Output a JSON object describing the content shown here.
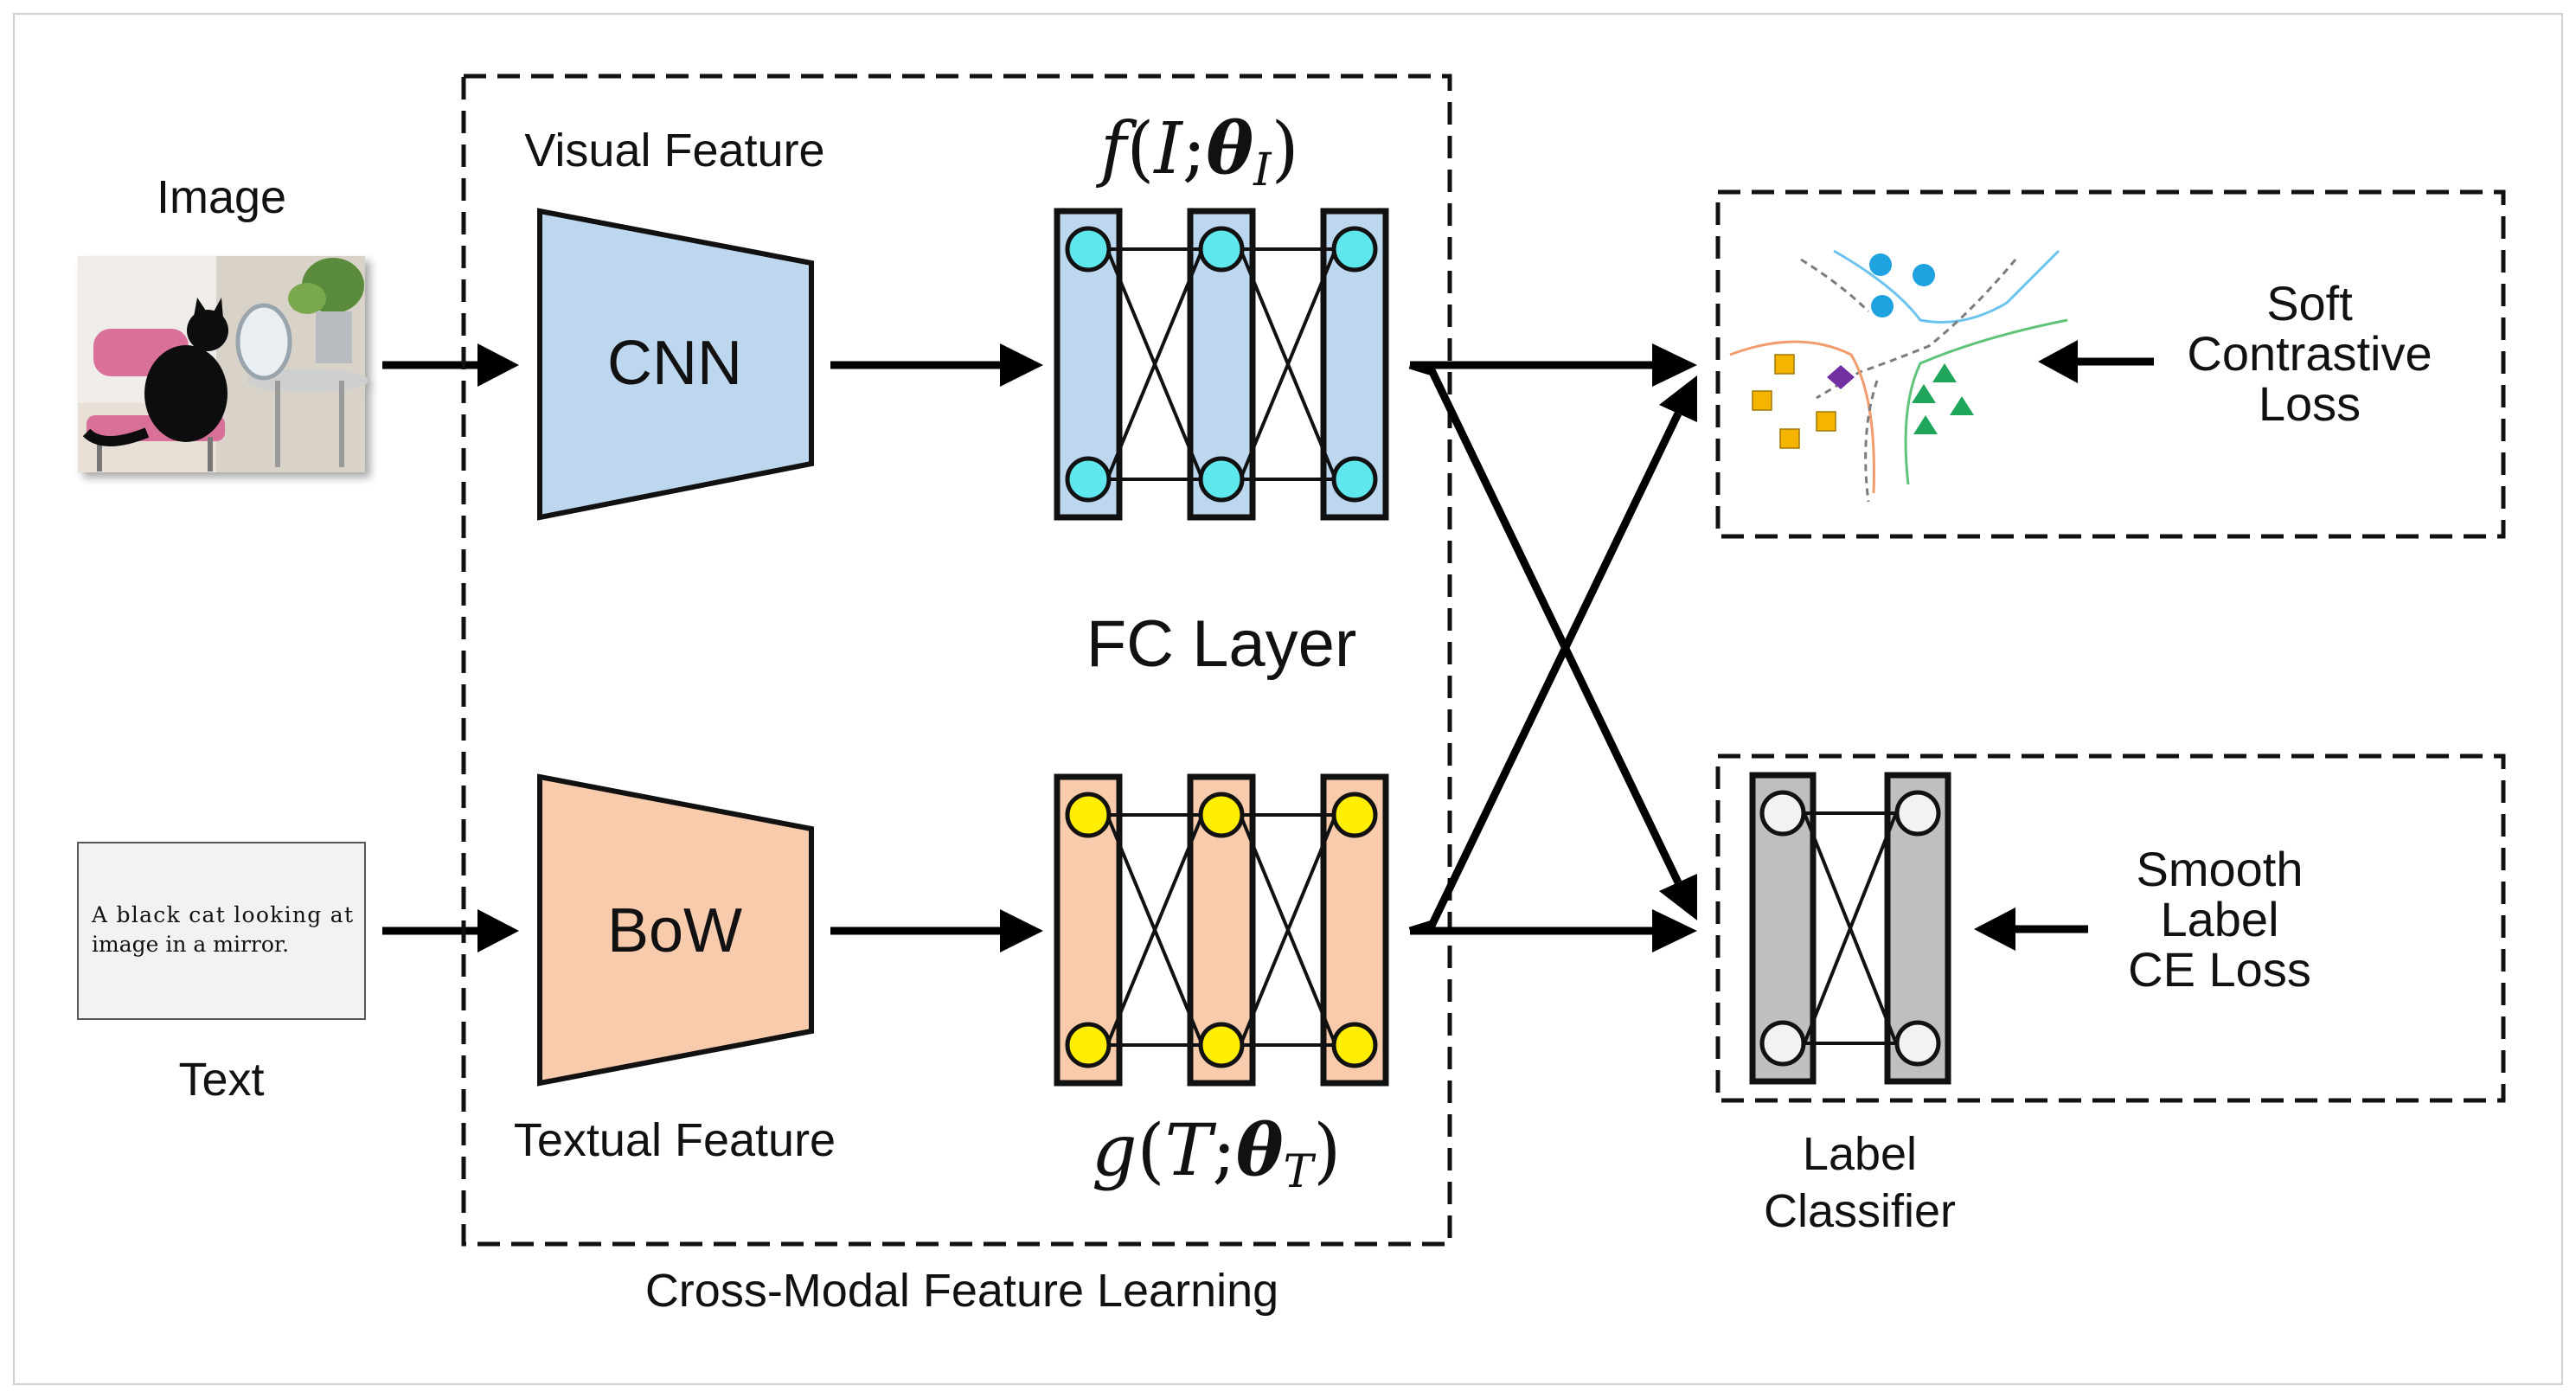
{
  "inputs": {
    "image_label": "Image",
    "text_label": "Text",
    "text_sample": [
      "A black cat looking at",
      "image in a mirror."
    ]
  },
  "feature_learning": {
    "caption": "Cross-Modal Feature Learning",
    "visual_feature_label": "Visual Feature",
    "textual_feature_label": "Textual Feature",
    "cnn_label": "CNN",
    "bow_label": "BoW",
    "fc_layer_label": "FC Layer",
    "f_formula": {
      "fn": "f",
      "arg": "I",
      "param": "θ",
      "sub": "I"
    },
    "g_formula": {
      "fn": "g",
      "arg": "T",
      "param": "θ",
      "sub": "T"
    }
  },
  "losses": {
    "soft_contrastive": [
      "Soft",
      "Contrastive",
      "Loss"
    ],
    "smooth_label": [
      "Smooth",
      "Label",
      "CE Loss"
    ]
  },
  "classifier": {
    "label": [
      "Label",
      "Classifier"
    ]
  },
  "colors": {
    "visual_fill": "#bdd7ee",
    "textual_fill": "#f8cbad",
    "visual_node": "#5ee8ee",
    "textual_node": "#ffee00",
    "classifier_fill": "#bfbfbf",
    "classifier_node": "#f2f2f2",
    "cluster_blue": "#1fa3e0",
    "cluster_orange": "#f5b400",
    "cluster_green": "#1fa65a",
    "cluster_purple": "#7030a0"
  }
}
